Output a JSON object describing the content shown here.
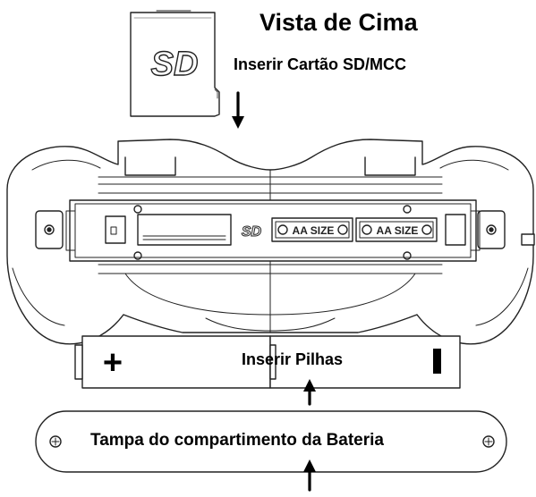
{
  "title": "Vista de Cima",
  "sd_card": {
    "logo_text": "SD",
    "instruction": "Inserir Cartão SD/MCC"
  },
  "battery_compartment": {
    "sd_logo_text": "SD",
    "slot_label_1": "AA SIZE",
    "slot_label_2": "AA SIZE"
  },
  "batteries": {
    "instruction": "Inserir Pilhas",
    "plus_symbol": "+"
  },
  "cover": {
    "label": "Tampa do compartimento da Bateria"
  },
  "colors": {
    "line": "#222222",
    "fill": "#ffffff",
    "text": "#000000"
  }
}
